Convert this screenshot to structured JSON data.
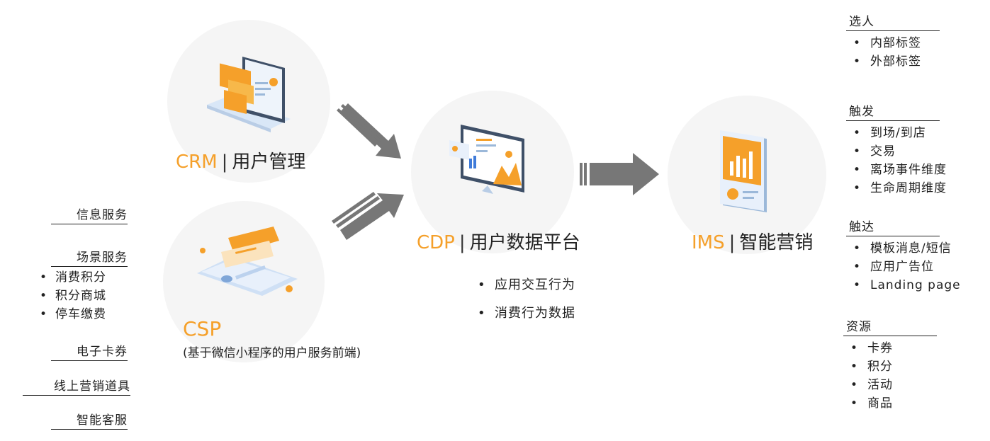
{
  "colors": {
    "accent": "#f5a02a",
    "arrow": "#777777",
    "circle": "#f5f5f5"
  },
  "left_column": [
    {
      "heading": "信息服务",
      "items": []
    },
    {
      "heading": "场景服务",
      "items": [
        "消费积分",
        "积分商城",
        "停车缴费"
      ]
    },
    {
      "heading": "电子卡券",
      "items": []
    },
    {
      "heading": "线上营销道具",
      "items": []
    },
    {
      "heading": "智能客服",
      "items": []
    }
  ],
  "crm": {
    "abbr": "CRM",
    "sep": "|",
    "name": "用户管理",
    "icon": "laptop-icon"
  },
  "csp": {
    "abbr": "CSP",
    "desc": "(基于微信小程序的用户服务前端)",
    "icon": "phone-card-icon"
  },
  "cdp": {
    "abbr": "CDP",
    "sep": "|",
    "name": "用户数据平台",
    "icon": "dashboard-icon",
    "items": [
      "应用交互行为",
      "消费行为数据"
    ]
  },
  "ims": {
    "abbr": "IMS",
    "sep": "|",
    "name": "智能营销",
    "icon": "tablet-chart-icon"
  },
  "right_column": [
    {
      "heading": "选人",
      "items": [
        "内部标签",
        "外部标签"
      ]
    },
    {
      "heading": "触发",
      "items": [
        "到场/到店",
        "交易",
        "离场事件维度",
        "生命周期维度"
      ]
    },
    {
      "heading": "触达",
      "items": [
        "模板消息/短信",
        "应用广告位",
        "Landing page"
      ]
    },
    {
      "heading": "资源",
      "items": [
        "卡券",
        "积分",
        "活动",
        "商品"
      ]
    }
  ]
}
